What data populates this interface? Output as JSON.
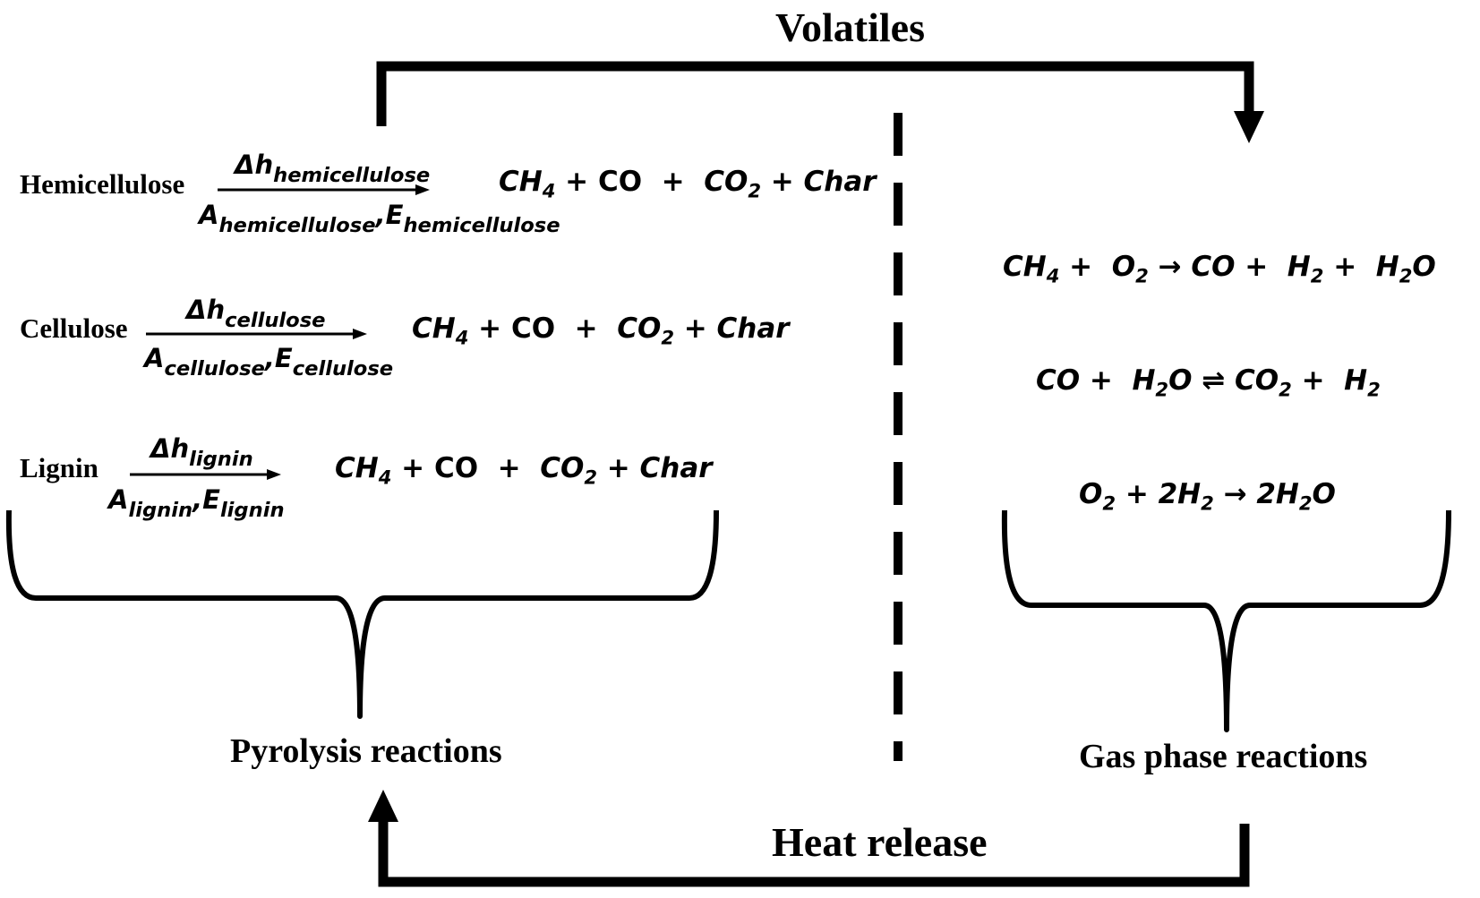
{
  "title": "Volatiles",
  "heat_label": "Heat release",
  "pyrolysis": {
    "label": "Pyrolysis reactions",
    "reactions": [
      {
        "reactant": "Hemicellulose",
        "dh": "Δh",
        "dh_sub": "hemicellulose",
        "a": "A",
        "a_sub": "hemicellulose",
        "e": "E",
        "e_sub": "hemicellulose",
        "products": {
          "ch4": "CH",
          "ch4_sub": "4",
          "plus1": " + ",
          "co": "CO",
          "plus2": "  +  ",
          "co2": "CO",
          "co2_sub": "2",
          "plus3": " + ",
          "char": "Char"
        }
      },
      {
        "reactant": "Cellulose",
        "dh": "Δh",
        "dh_sub": "cellulose",
        "a": "A",
        "a_sub": "cellulose",
        "e": "E",
        "e_sub": "cellulose",
        "products": {
          "ch4": "CH",
          "ch4_sub": "4",
          "plus1": " + ",
          "co": "CO",
          "plus2": "  +  ",
          "co2": "CO",
          "co2_sub": "2",
          "plus3": " + ",
          "char": "Char"
        }
      },
      {
        "reactant": "Lignin",
        "dh": "Δh",
        "dh_sub": "lignin",
        "a": "A",
        "a_sub": "lignin",
        "e": "E",
        "e_sub": "lignin",
        "products": {
          "ch4": "CH",
          "ch4_sub": "4",
          "plus1": " + ",
          "co": "CO",
          "plus2": "  +  ",
          "co2": "CO",
          "co2_sub": "2",
          "plus3": " + ",
          "char": "Char"
        }
      }
    ]
  },
  "gas_phase": {
    "label": "Gas phase reactions",
    "reactions": [
      {
        "t1": "CH",
        "t1_sub": "4",
        "op1": " +  ",
        "t2": "O",
        "t2_sub": "2",
        "op2": " → ",
        "t3": "CO",
        "op3": " +  ",
        "t4": "H",
        "t4_sub": "2",
        "op4": " +  ",
        "t5": "H",
        "t5_sub": "2",
        "t5_end": "O"
      },
      {
        "t1": "CO",
        "op1": " +  ",
        "t2": "H",
        "t2_sub": "2",
        "t2_end": "O",
        "op2": " ⇌ ",
        "t3": "CO",
        "t3_sub": "2",
        "op3": " +  ",
        "t4": "H",
        "t4_sub": "2"
      },
      {
        "t1": "O",
        "t1_sub": "2",
        "op1": " + ",
        "t2": "2H",
        "t2_sub": "2",
        "op2": " → ",
        "t3": "2H",
        "t3_sub": "2",
        "t3_end": "O"
      }
    ]
  }
}
